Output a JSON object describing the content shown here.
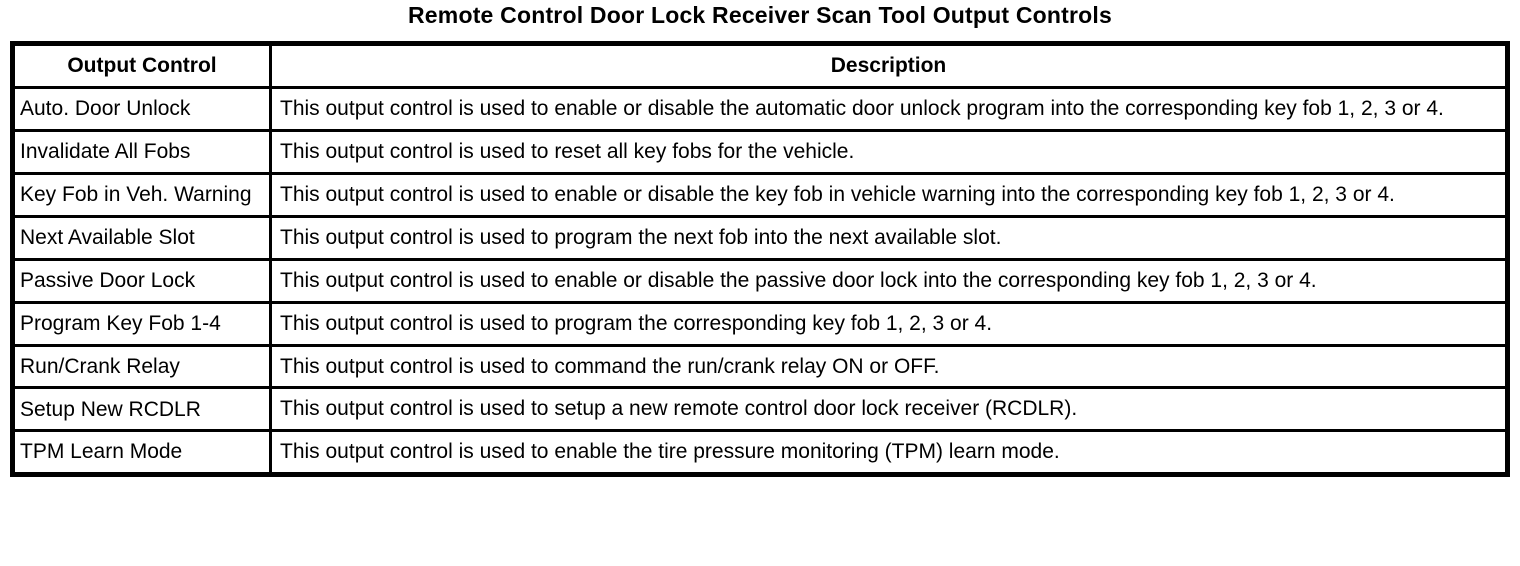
{
  "title": "Remote Control Door Lock Receiver Scan Tool Output Controls",
  "table": {
    "headers": [
      "Output Control",
      "Description"
    ],
    "rows": [
      {
        "control": "Auto. Door Unlock",
        "description": "This output control is used to enable or disable the automatic door unlock program into the corresponding key fob 1, 2, 3 or 4."
      },
      {
        "control": "Invalidate All Fobs",
        "description": "This output control is used to reset all key fobs for the vehicle."
      },
      {
        "control": "Key Fob in Veh. Warning",
        "description": "This output control is used to enable or disable the key fob in vehicle warning into the corresponding key fob 1, 2, 3 or 4."
      },
      {
        "control": "Next Available Slot",
        "description": "This output control is used to program the next fob into the next available slot."
      },
      {
        "control": "Passive Door Lock",
        "description": "This output control is used to enable or disable the passive door lock into the corresponding key fob 1, 2, 3 or 4."
      },
      {
        "control": "Program Key Fob 1-4",
        "description": "This output control is used to program the corresponding key fob 1, 2, 3 or 4."
      },
      {
        "control": "Run/Crank Relay",
        "description": "This output control is used to command the run/crank relay ON or OFF."
      },
      {
        "control": "Setup New RCDLR",
        "description": "This output control is used to setup a new remote control door lock receiver (RCDLR)."
      },
      {
        "control": "TPM Learn Mode",
        "description": "This output control is used to enable the tire pressure monitoring (TPM) learn mode."
      }
    ]
  }
}
